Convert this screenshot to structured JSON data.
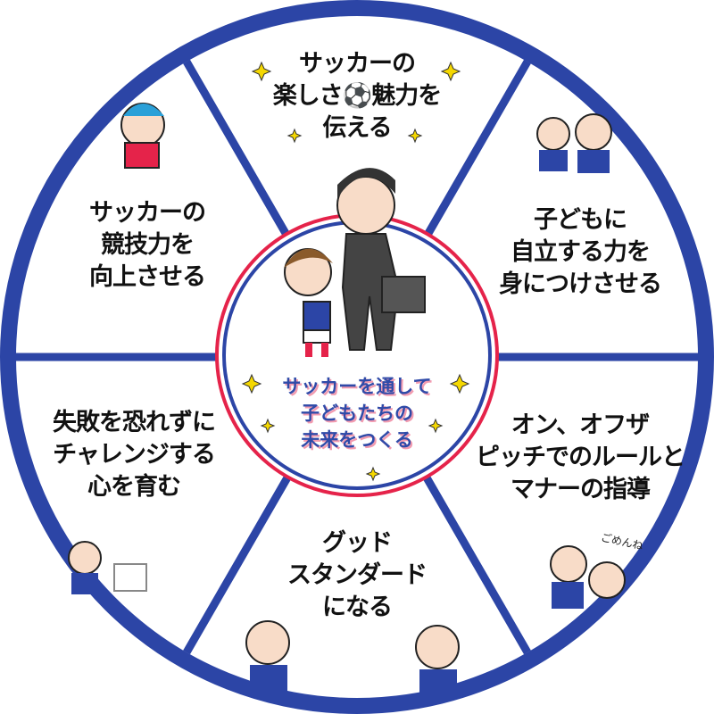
{
  "colors": {
    "ring": "#2c45a6",
    "red": "#e5234a",
    "text": "#111111",
    "center_text": "#2f4aa8",
    "sparkle": "#f5d800"
  },
  "center": {
    "lines": [
      "サッカーを通して",
      "子どもたちの",
      "未来をつくる"
    ]
  },
  "segments": [
    {
      "id": "top",
      "lines": [
        "サッカーの",
        "楽しさ⚽魅力を",
        "伝える"
      ]
    },
    {
      "id": "top-right",
      "lines": [
        "子どもに",
        "自立する力を",
        "身につけさせる"
      ]
    },
    {
      "id": "bottom-right",
      "lines": [
        "オン、オフザ",
        "ピッチでのルールと",
        "マナーの指導"
      ]
    },
    {
      "id": "bottom",
      "lines": [
        "グッド",
        "スタンダード",
        "になる"
      ]
    },
    {
      "id": "bottom-left",
      "lines": [
        "失敗を恐れずに",
        "チャレンジする",
        "心を育む"
      ]
    },
    {
      "id": "top-left",
      "lines": [
        "サッカーの",
        "競技力を",
        "向上させる"
      ]
    }
  ],
  "speech": {
    "apology": "ごめんね"
  }
}
